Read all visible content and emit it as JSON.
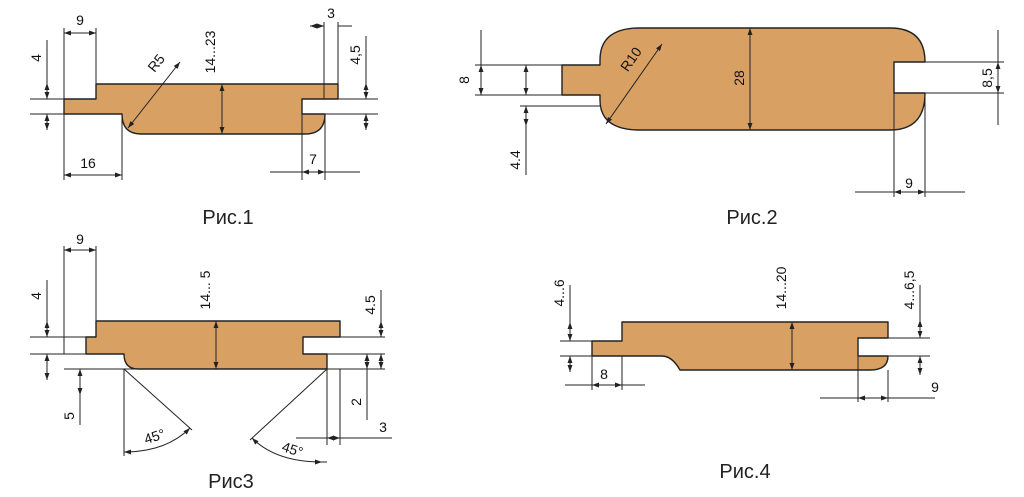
{
  "figures": {
    "fig1": {
      "caption": "Рис.1",
      "dims": {
        "d9": "9",
        "d3": "3",
        "d4": "4",
        "d4_5": "4,5",
        "r": "R5",
        "thick": "14...23",
        "d16": "16",
        "d7": "7"
      }
    },
    "fig2": {
      "caption": "Рис.2",
      "dims": {
        "d8": "8",
        "r": "R10",
        "d28": "28",
        "d8_5": "8,5",
        "d4_4": "4.4",
        "d9": "9"
      }
    },
    "fig3": {
      "caption": "Рис3",
      "dims": {
        "d9": "9",
        "d4": "4",
        "thick": "14... 5",
        "d4_5": "4.5",
        "d5": "5",
        "d2": "2",
        "d3": "3",
        "ang1": "45°",
        "ang2": "45°"
      }
    },
    "fig4": {
      "caption": "Рис.4",
      "dims": {
        "d4_6": "4...6",
        "thick": "14...20",
        "d4_6_5": "4...6,5",
        "d8": "8",
        "d9": "9"
      }
    }
  },
  "colors": {
    "wood": "#D9A064",
    "line": "#222222"
  }
}
